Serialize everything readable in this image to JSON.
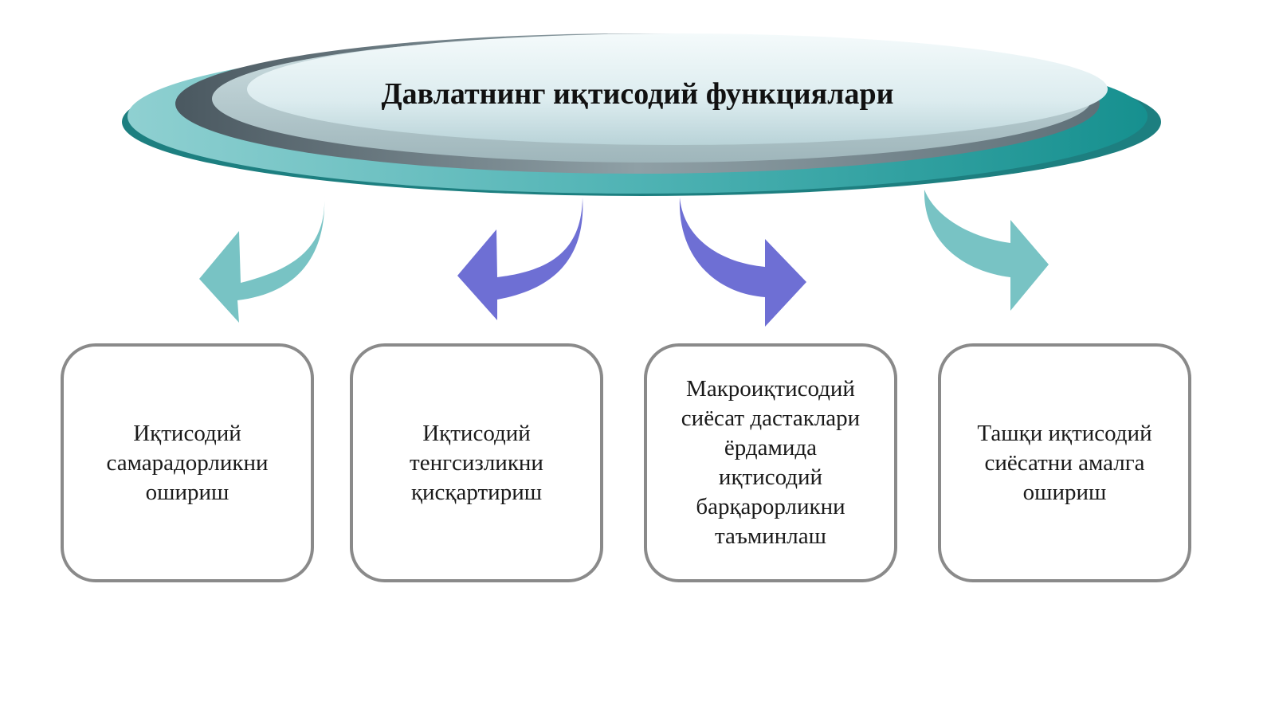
{
  "diagram": {
    "title": "Давлатнинг иқтисодий функциялари",
    "boxes": [
      {
        "text": "Иқтисодий\nсамарадорликни\nошириш"
      },
      {
        "text": "Иқтисодий\nтенгсизликни\nқисқартириш"
      },
      {
        "text": "Макроиқтисодий\nсиёсат дастаклари\nёрдамида\nиқтисодий\nбарқарорликни\nтаъминлаш"
      },
      {
        "text": "Ташқи иқтисодий\nсиёсатни амалга\nошириш"
      }
    ],
    "arrows": [
      {
        "direction": "down-left",
        "color": "#78c3c4"
      },
      {
        "direction": "down-left",
        "color": "#6e6fd4"
      },
      {
        "direction": "down-right",
        "color": "#6e6fd4"
      },
      {
        "direction": "down-right",
        "color": "#78c3c4"
      }
    ],
    "colors": {
      "ellipse_outer": "#2a9d9c",
      "ellipse_inner": "#dfeff1",
      "box_border": "#8a8a8a"
    }
  }
}
